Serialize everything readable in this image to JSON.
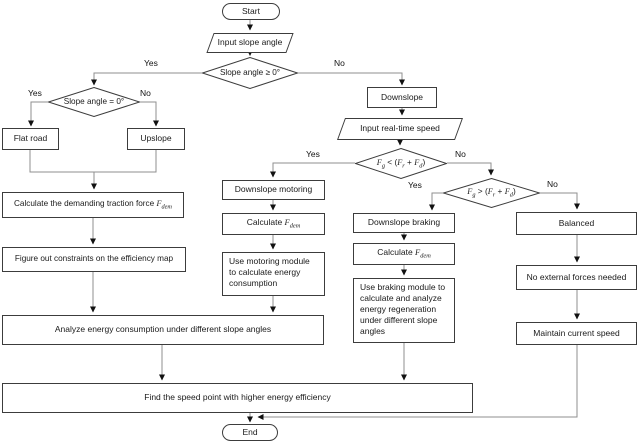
{
  "nodes": {
    "start": {
      "label": "Start"
    },
    "input_slope_angle": {
      "label": "Input slope angle"
    },
    "slope_ge_0": {
      "label": "Slope angle ≥ 0°"
    },
    "slope_eq_0": {
      "label": "Slope angle = 0°"
    },
    "flat_road": {
      "label": "Flat road"
    },
    "upslope": {
      "label": "Upslope"
    },
    "calc_traction": {
      "pre": "Calculate the demanding traction force ",
      "sym": "F",
      "sub": "dem"
    },
    "figure_constraints": {
      "label": "Figure out constraints on the efficiency map"
    },
    "downslope": {
      "label": "Downslope"
    },
    "input_speed": {
      "label": "Input real-time speed"
    },
    "fg_lt": {
      "sym1": "F",
      "sub1": "g",
      "op": " < (",
      "sym2": "F",
      "sub2": "r",
      "plus": " + ",
      "sym3": "F",
      "sub3": "d",
      "close": ")"
    },
    "fg_gt": {
      "sym1": "F",
      "sub1": "g",
      "op": " > (",
      "sym2": "F",
      "sub2": "r",
      "plus": " + ",
      "sym3": "F",
      "sub3": "d",
      "close": ")"
    },
    "downslope_motoring": {
      "label": "Downslope motoring"
    },
    "calc_fdem_motoring": {
      "pre": "Calculate ",
      "sym": "F",
      "sub": "dem"
    },
    "motoring_module": {
      "label": "Use motoring module to calculate energy consumption"
    },
    "downslope_braking": {
      "label": "Downslope braking"
    },
    "calc_fdem_braking": {
      "pre": "Calculate ",
      "sym": "F",
      "sub": "dem"
    },
    "braking_module": {
      "label": "Use braking module to calculate and analyze energy regeneration under different slope angles"
    },
    "balanced": {
      "label": "Balanced"
    },
    "no_external_forces": {
      "label": "No external forces needed"
    },
    "maintain_speed": {
      "label": "Maintain current speed"
    },
    "analyze_energy": {
      "label": "Analyze energy consumption under different slope angles"
    },
    "find_speed_point": {
      "label": "Find the speed point with higher energy efficiency"
    },
    "end": {
      "label": "End"
    }
  },
  "edge_labels": {
    "slope_ge_yes": "Yes",
    "slope_ge_no": "No",
    "slope_eq_yes": "Yes",
    "slope_eq_no": "No",
    "fg_lt_yes": "Yes",
    "fg_lt_no": "No",
    "fg_gt_yes": "Yes",
    "fg_gt_no": "No"
  },
  "colors": {
    "line": "#8f8f8f",
    "shape_border": "#3c3c3c",
    "arrowhead": "#111111",
    "text": "#1a1a1a",
    "background": "#ffffff"
  }
}
